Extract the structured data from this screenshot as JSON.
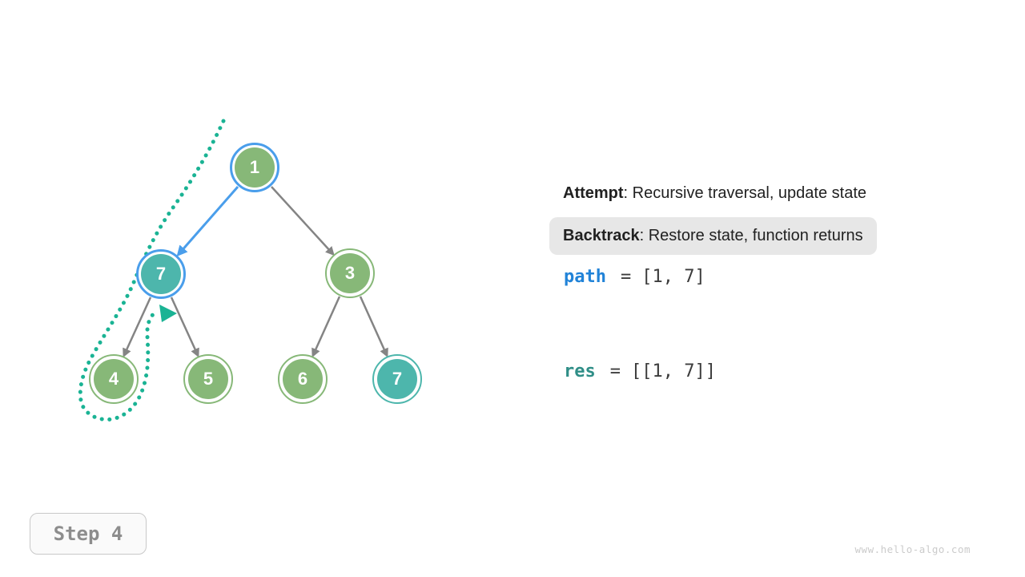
{
  "panel": {
    "attempt": {
      "label": "Attempt",
      "text": ": Recursive traversal, update state"
    },
    "backtrack": {
      "label": "Backtrack",
      "text": ": Restore state, function returns"
    },
    "path": {
      "name": "path",
      "op": "=",
      "value": "[1, 7]"
    },
    "res": {
      "name": "res",
      "op": "=",
      "value": "[[1, 7]]"
    }
  },
  "tree": {
    "nodes": [
      {
        "label": "1",
        "fill": "green",
        "ring": "blue"
      },
      {
        "label": "7",
        "fill": "teal",
        "ring": "blue"
      },
      {
        "label": "3",
        "fill": "green",
        "ring": "green"
      },
      {
        "label": "4",
        "fill": "green",
        "ring": "green"
      },
      {
        "label": "5",
        "fill": "green",
        "ring": "green"
      },
      {
        "label": "6",
        "fill": "green",
        "ring": "green"
      },
      {
        "label": "7",
        "fill": "teal",
        "ring": "teal"
      }
    ],
    "edges": [
      {
        "from": "1",
        "to": "7",
        "highlight": true
      },
      {
        "from": "1",
        "to": "3",
        "highlight": false
      },
      {
        "from": "7",
        "to": "4",
        "highlight": false
      },
      {
        "from": "7",
        "to": "5",
        "highlight": false
      },
      {
        "from": "3",
        "to": "6",
        "highlight": false
      },
      {
        "from": "3",
        "to": "7",
        "highlight": false
      }
    ],
    "trace": "dotted backtrack trace from root, around node 4, arrow returning up"
  },
  "step": {
    "label": "Step 4"
  },
  "watermark": "www.hello-algo.com",
  "colors": {
    "node_green": "#87b878",
    "node_teal": "#4db6ac",
    "highlight_blue": "#4a9eeb",
    "trace_teal": "#1ab394",
    "edge_gray": "#848484",
    "code_blue": "#2183d8",
    "code_teal": "#2f8e87",
    "pill_bg": "#e7e7e7",
    "step_text": "#8d8d8d"
  }
}
